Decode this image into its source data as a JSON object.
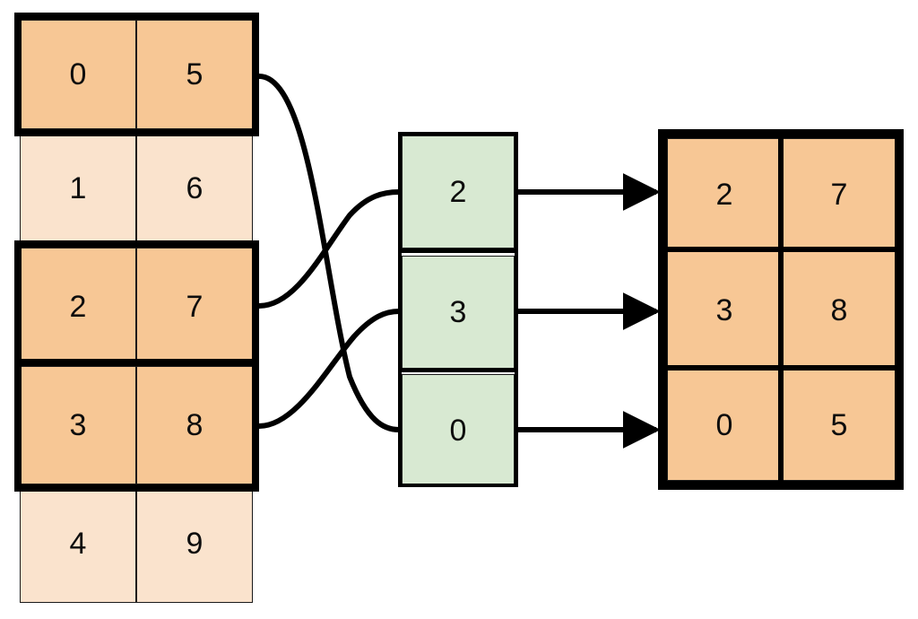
{
  "diagram": {
    "title": "array-gather-scatter-diagram",
    "colors": {
      "highlight_fill": "#f7c795",
      "dim_fill": "#fae3cd",
      "index_fill": "#d8e9d2",
      "stroke": "#000000",
      "thin_stroke": "#1a1a1a",
      "background": "#ffffff"
    }
  },
  "source_table": {
    "name": "source-array",
    "columns": 2,
    "rows": [
      {
        "cells": [
          "0",
          "5"
        ],
        "selected": true
      },
      {
        "cells": [
          "1",
          "6"
        ],
        "selected": false
      },
      {
        "cells": [
          "2",
          "7"
        ],
        "selected": true
      },
      {
        "cells": [
          "3",
          "8"
        ],
        "selected": true
      },
      {
        "cells": [
          "4",
          "9"
        ],
        "selected": false
      }
    ]
  },
  "index_column": {
    "name": "index-vector",
    "values": [
      "2",
      "3",
      "0"
    ]
  },
  "result_table": {
    "name": "result-array",
    "columns": 2,
    "rows": [
      {
        "cells": [
          "2",
          "7"
        ]
      },
      {
        "cells": [
          "3",
          "8"
        ]
      },
      {
        "cells": [
          "0",
          "5"
        ]
      }
    ]
  },
  "connections": {
    "curves": [
      {
        "name": "curve-row0-to-index2",
        "from_row": "0",
        "to_index": "0"
      },
      {
        "name": "curve-row2-to-index0",
        "from_row": "2",
        "to_index": "2"
      },
      {
        "name": "curve-row3-to-index1",
        "from_row": "3",
        "to_index": "3"
      }
    ],
    "arrows": [
      {
        "name": "arrow-index-2-to-result-row-0",
        "index": "2",
        "result_row": "2 7"
      },
      {
        "name": "arrow-index-3-to-result-row-1",
        "index": "3",
        "result_row": "3 8"
      },
      {
        "name": "arrow-index-0-to-result-row-2",
        "index": "0",
        "result_row": "0 5"
      }
    ]
  }
}
